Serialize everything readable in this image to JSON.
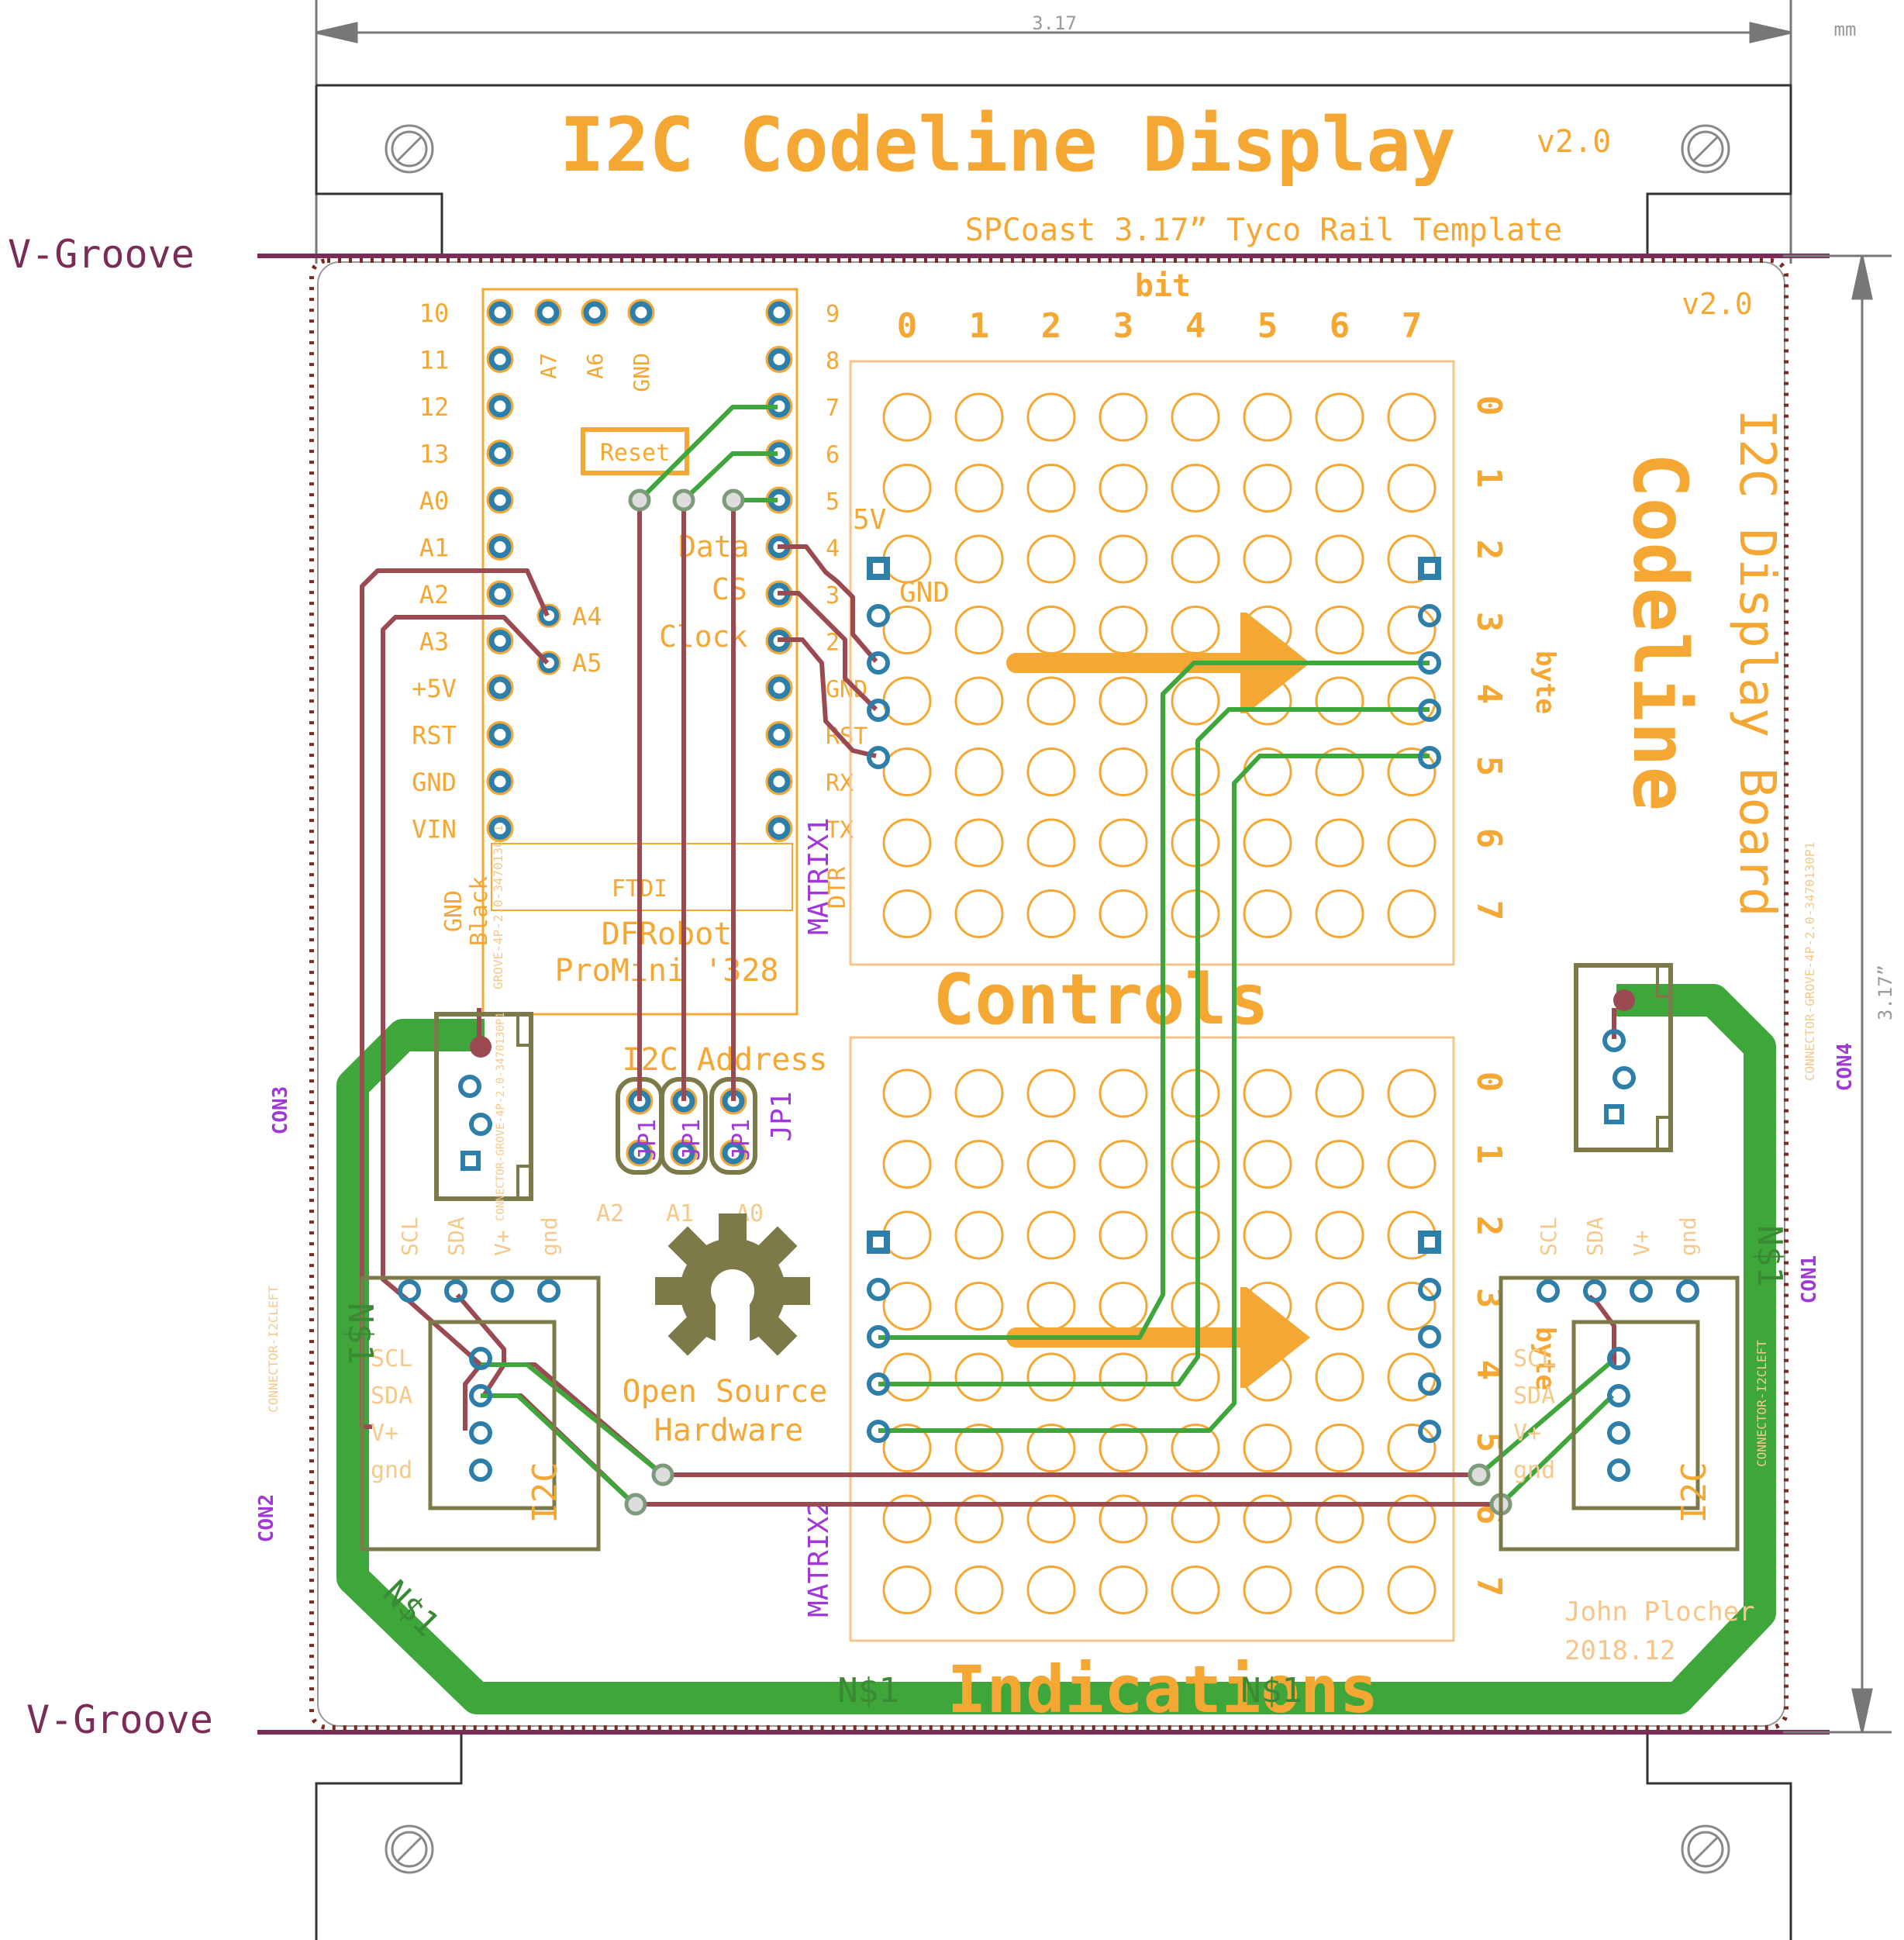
{
  "title": "I2C Codeline Display",
  "version": "v2.0",
  "subtitle": "SPCoast 3.17” Tyco Rail Template",
  "top_dimension": "3.17",
  "units": "mm",
  "side_dimension": "3.17”",
  "vgroove": "V-Groove",
  "bit_label": "bit",
  "byte_label": "byte",
  "digits": [
    "0",
    "1",
    "2",
    "3",
    "4",
    "5",
    "6",
    "7"
  ],
  "board_title_line1": "I2C Display Board",
  "board_title_line2": "Codeline",
  "board_version": "v2.0",
  "promini": {
    "left_pins": [
      "10",
      "11",
      "12",
      "13",
      "A0",
      "A1",
      "A2",
      "A3",
      "+5V",
      "RST",
      "GND",
      "VIN"
    ],
    "top_pins": [
      "A7",
      "A6",
      "GND"
    ],
    "right_pins": [
      "9",
      "8",
      "7",
      "6",
      "5",
      "4",
      "3",
      "2",
      "GND",
      "RST",
      "RX",
      "TX",
      "DTR"
    ],
    "a4": "A4",
    "a5": "A5",
    "reset": "Reset",
    "ftdi": "FTDI",
    "name_line1": "DFRobot",
    "name_line2": "ProMini '328",
    "gnd_black_1": "GND",
    "gnd_black_2": "Black",
    "vert_small": "GROVE-4P-2.0-3470130P1"
  },
  "matrix_labels": {
    "fivev": "5V",
    "gnd": "GND",
    "data": "Data",
    "cs": "CS",
    "clock": "Clock"
  },
  "matrix1": "MATRIX1",
  "matrix2": "MATRIX2",
  "controls": "Controls",
  "indications": "Indications",
  "i2c_address": "I2C Address",
  "jp1": "JP1",
  "jp_small": "JP1",
  "jumper_labels": [
    "A2",
    "A1",
    "A0"
  ],
  "osh_line1": "Open Source",
  "osh_line2": "Hardware",
  "con1": "CON1",
  "con2": "CON2",
  "con3": "CON3",
  "con4": "CON4",
  "connector_pins": [
    "SCL",
    "SDA",
    "V+",
    "gnd"
  ],
  "i2c": "I2C",
  "net": "N$1",
  "connector_left_small": "CONNECTOR-I2CLEFT",
  "connector_right_small": "CONNECTOR-I2CLEFT",
  "connector_grove_small": "CONNECTOR-GROVE-4P-2.0-3470130P1",
  "author": "John Plocher",
  "date": "2018.12"
}
